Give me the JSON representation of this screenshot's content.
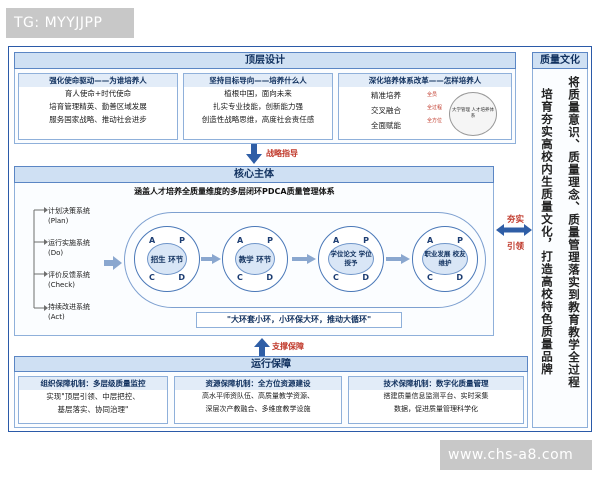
{
  "watermark_top": "TG: MYYJJPP",
  "watermark_bottom": "www.chs-a8.com",
  "top": {
    "title": "顶层设计",
    "cards": [
      {
        "title": "强化使命驱动——为谁培养人",
        "lines": [
          "育人使命+时代使命",
          "培育管理精英、勤善区域发展",
          "服务国家战略、推动社会进步"
        ]
      },
      {
        "title": "坚持目标导向——培养什么人",
        "lines": [
          "植根中国，面向未来",
          "扎实专业技能，创新能力强",
          "创造性战略思维，高度社会责任感"
        ]
      },
      {
        "title": "深化培养体系改革——怎样培养人",
        "lines": [
          "精准培养",
          "交叉融合",
          "全面赋能"
        ],
        "side_labels": [
          "全员",
          "全过程",
          "全方位"
        ],
        "mini_circle": "大学管理 人才培养体系"
      }
    ]
  },
  "arrow1": "战略指导",
  "core": {
    "title": "核心主体",
    "subtitle": "涵盖人才培养全质量维度的多层闭环PDCA质量管理体系",
    "systems": [
      "计划决策系统 (Plan)",
      "运行实施系统 (Do)",
      "评价反馈系统 (Check)",
      "持续改进系统 (Act)"
    ],
    "cycles": [
      "招生 环节",
      "教学 环节",
      "学位论文 学位授予",
      "职业发展 校友维护"
    ],
    "quadrants": [
      "A",
      "P",
      "C",
      "D"
    ],
    "motto": "\"大环套小环，小环保大环，推动大循环\""
  },
  "side_arrow": [
    "夯实",
    "引领"
  ],
  "arrow2": "支撑保障",
  "ops": {
    "title": "运行保障",
    "cards": [
      {
        "title": "组织保障机制：多层级质量监控",
        "lines": [
          "实现\"顶层引领、中层把控、",
          "基层落实、协同治理\""
        ]
      },
      {
        "title": "资源保障机制：全方位资源建设",
        "lines": [
          "高水平师资队伍、高质量教学资源、",
          "深层次产教融合、多维度教学设施"
        ]
      },
      {
        "title": "技术保障机制：数字化质量管理",
        "lines": [
          "搭建质量信息监测平台、实时采集",
          "数据，促进质量管理科学化"
        ]
      }
    ]
  },
  "culture": {
    "title": "质量文化",
    "col1": "培育夯实高校内生质量文化，打造高校特色质量品牌",
    "col2": "将质量意识、质量理念、质量管理落实到教育教学全过程"
  },
  "colors": {
    "frame": "#2b5aa8",
    "header_fill": "#cfe0f3",
    "arrow_red": "#c0392b",
    "arrow_blue": "#2f5ea6"
  }
}
